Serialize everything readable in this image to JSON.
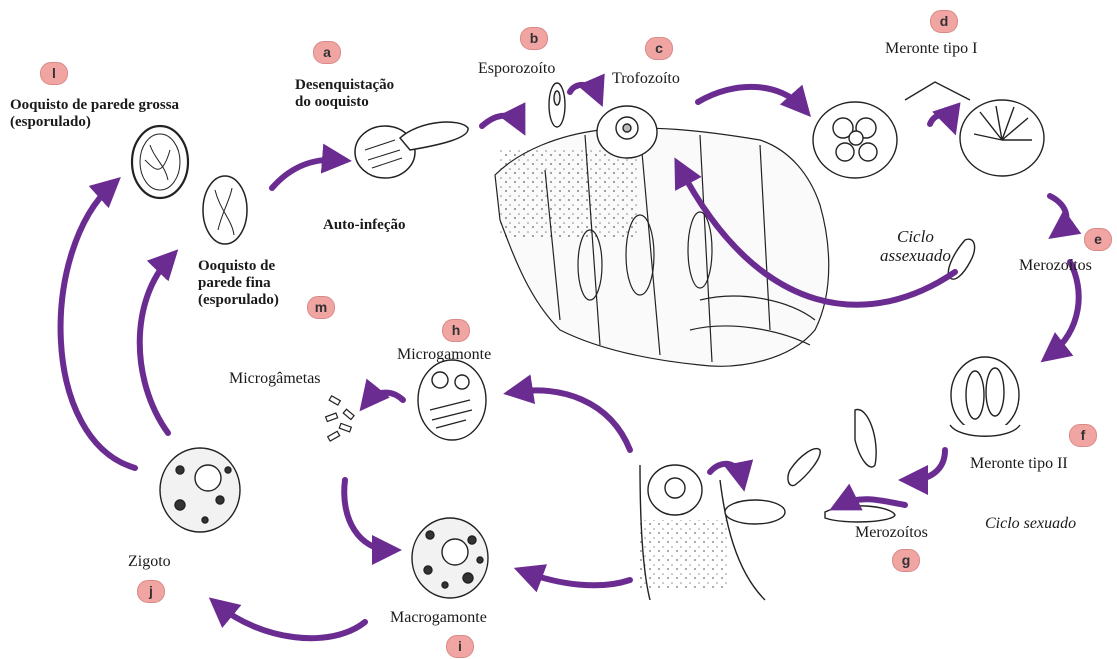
{
  "stages": {
    "a": {
      "letter": "a",
      "text": "Desenquistação\ndo ooquisto"
    },
    "b": {
      "letter": "b",
      "text": "Esporozoíto"
    },
    "c": {
      "letter": "c",
      "text": "Trofozoíto"
    },
    "d": {
      "letter": "d",
      "text": "Meronte tipo I"
    },
    "e": {
      "letter": "e",
      "text": "Merozoítos"
    },
    "f": {
      "letter": "f",
      "text": "Meronte tipo II"
    },
    "g": {
      "letter": "g",
      "text": "Merozoítos"
    },
    "h": {
      "letter": "h",
      "text": "Microgamonte"
    },
    "i": {
      "letter": "i",
      "text": "Macrogamonte"
    },
    "j": {
      "letter": "j",
      "text": "Zigoto"
    },
    "l": {
      "letter": "l",
      "text": "Ooquisto de parede grossa\n(esporulado)"
    },
    "m": {
      "letter": "m",
      "text": "Ooquisto de\nparede fina\n(esporulado)"
    }
  },
  "labels": {
    "auto_infection": "Auto-infeção",
    "microgametes": "Microgâmetas",
    "asexual_cycle": "Ciclo\nassexuado",
    "sexual_cycle": "Ciclo sexuado"
  },
  "colors": {
    "arrow": "#6b2c91",
    "badge": "#f0a5a3",
    "ink": "#1a1a1a"
  }
}
